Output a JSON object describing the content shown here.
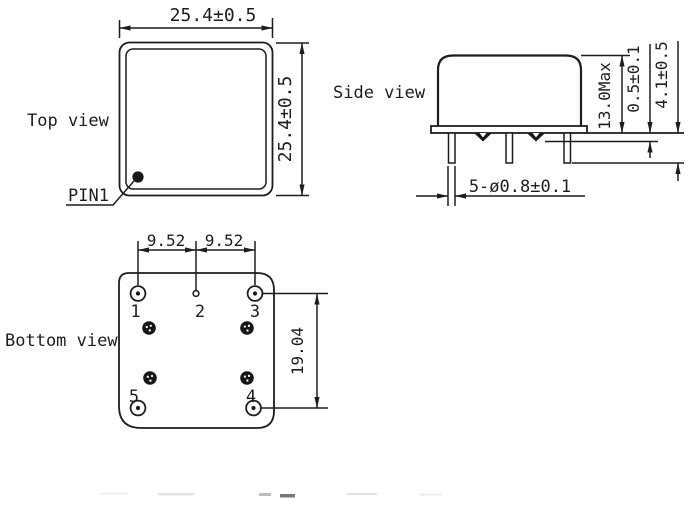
{
  "colors": {
    "line": "#1d1d1d",
    "background": "#ffffff"
  },
  "views": {
    "top": {
      "label": "Top view",
      "pin1_label": "PIN1",
      "width_dim": "25.4±0.5",
      "height_dim": "25.4±0.5"
    },
    "side": {
      "label": "Side view",
      "body_height_dim": "13.0Max",
      "standoff_dim": "0.5±0.1",
      "pin_length_dim": "4.1±0.5",
      "pin_diameter_dim": "5-ø0.8±0.1"
    },
    "bottom": {
      "label": "Bottom view",
      "pitch_dim_1": "9.52",
      "pitch_dim_2": "9.52",
      "row_spacing_dim": "19.04",
      "pin_labels": [
        "1",
        "2",
        "3",
        "4",
        "5"
      ]
    }
  }
}
